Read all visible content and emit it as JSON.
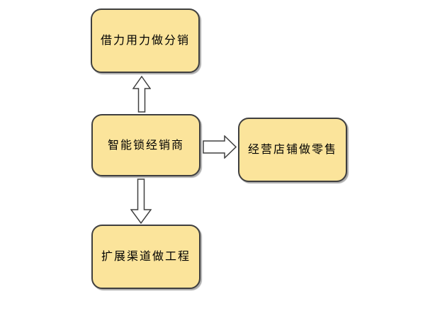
{
  "diagram": {
    "type": "flowchart",
    "background_color": "#FFFFFF",
    "node_fill_color": "#FBE49B",
    "node_border_color": "#3F3F3F",
    "node_text_color": "#000000",
    "arrow_fill_color": "#FFFFFF",
    "arrow_stroke_color": "#404040",
    "nodes": {
      "top": {
        "label": "借力用力做分销"
      },
      "center": {
        "label": "智能锁经销商"
      },
      "right": {
        "label": "经营店铺做零售"
      },
      "bottom": {
        "label": "扩展渠道做工程"
      }
    },
    "arrows": [
      {
        "name": "up-arrow",
        "direction": "up",
        "from": "center",
        "to": "top"
      },
      {
        "name": "right-arrow",
        "direction": "right",
        "from": "center",
        "to": "right"
      },
      {
        "name": "down-arrow",
        "direction": "down",
        "from": "center",
        "to": "bottom"
      }
    ]
  }
}
